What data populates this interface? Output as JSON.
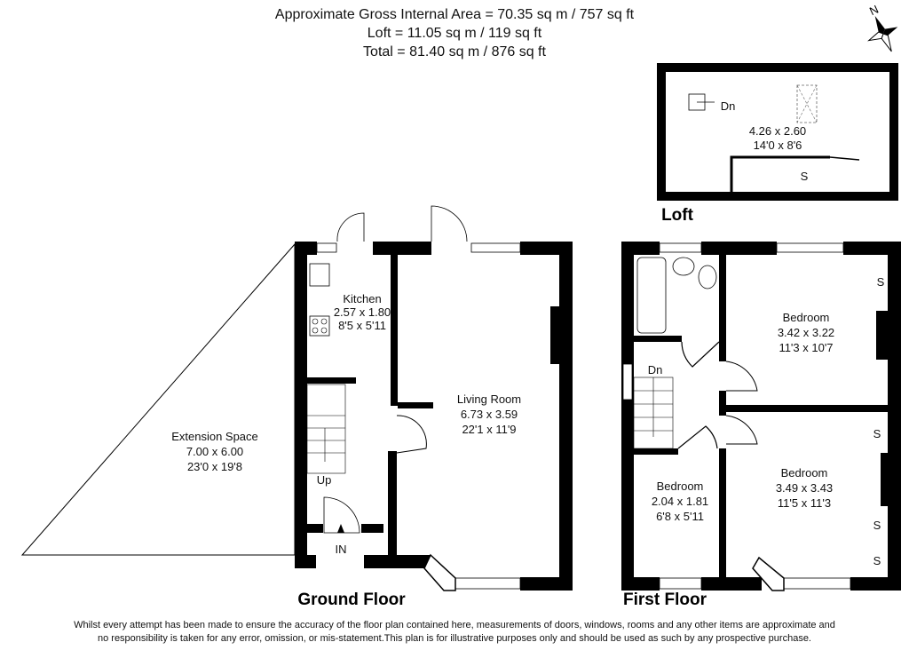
{
  "header": {
    "line1": "Approximate Gross Internal Area = 70.35 sq m / 757 sq ft",
    "line2": "Loft = 11.05 sq m / 119 sq ft",
    "line3": "Total = 81.40 sq m / 876 sq ft"
  },
  "compass": {
    "label": "N",
    "icon": "compass-rose-icon"
  },
  "loft": {
    "title": "Loft",
    "room_dims_m": "4.26 x 2.60",
    "room_dims_ft": "14'0 x 8'6",
    "dn_label": "Dn",
    "storage_label": "S"
  },
  "ground_floor": {
    "title": "Ground Floor",
    "kitchen": {
      "name": "Kitchen",
      "dims_m": "2.57 x 1.80",
      "dims_ft": "8'5 x 5'11"
    },
    "living_room": {
      "name": "Living Room",
      "dims_m": "6.73 x 3.59",
      "dims_ft": "22'1 x 11'9"
    },
    "extension": {
      "name": "Extension Space",
      "dims_m": "7.00 x 6.00",
      "dims_ft": "23'0 x 19'8"
    },
    "up_label": "Up",
    "in_label": "IN"
  },
  "first_floor": {
    "title": "First Floor",
    "bedroom1": {
      "name": "Bedroom",
      "dims_m": "3.42 x 3.22",
      "dims_ft": "11'3 x 10'7"
    },
    "bedroom2": {
      "name": "Bedroom",
      "dims_m": "3.49 x 3.43",
      "dims_ft": "11'5 x 11'3"
    },
    "bedroom3": {
      "name": "Bedroom",
      "dims_m": "2.04 x 1.81",
      "dims_ft": "6'8 x 5'11"
    },
    "dn_label": "Dn",
    "storage_label": "S"
  },
  "disclaimer": {
    "line1": "Whilst every attempt has been made to ensure the accuracy of the floor plan contained here, measurements of doors, windows, rooms and any other items are approximate and",
    "line2": "no responsibility is taken for any error, omission, or mis-statement.This plan is for illustrative purposes only and should be used as such by any prospective purchase."
  }
}
